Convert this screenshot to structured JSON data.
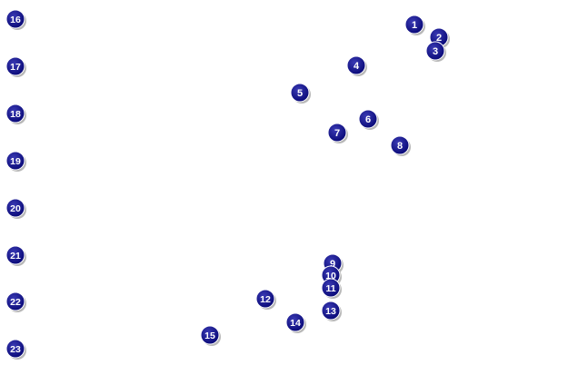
{
  "colors": {
    "marker_fill": "#0a0a78",
    "marker_highlight": "#3a3ab4",
    "marker_shadow": "#9a9a9a",
    "marker_outline": "#ffffff",
    "label": "#ffffff"
  },
  "markers": [
    {
      "label": "1"
    },
    {
      "label": "2"
    },
    {
      "label": "3"
    },
    {
      "label": "4"
    },
    {
      "label": "5"
    },
    {
      "label": "6"
    },
    {
      "label": "7"
    },
    {
      "label": "8"
    },
    {
      "label": "9"
    },
    {
      "label": "10"
    },
    {
      "label": "11"
    },
    {
      "label": "12"
    },
    {
      "label": "13"
    },
    {
      "label": "14"
    },
    {
      "label": "15"
    },
    {
      "label": "16"
    },
    {
      "label": "17"
    },
    {
      "label": "18"
    },
    {
      "label": "19"
    },
    {
      "label": "20"
    },
    {
      "label": "21"
    },
    {
      "label": "22"
    },
    {
      "label": "23"
    }
  ]
}
